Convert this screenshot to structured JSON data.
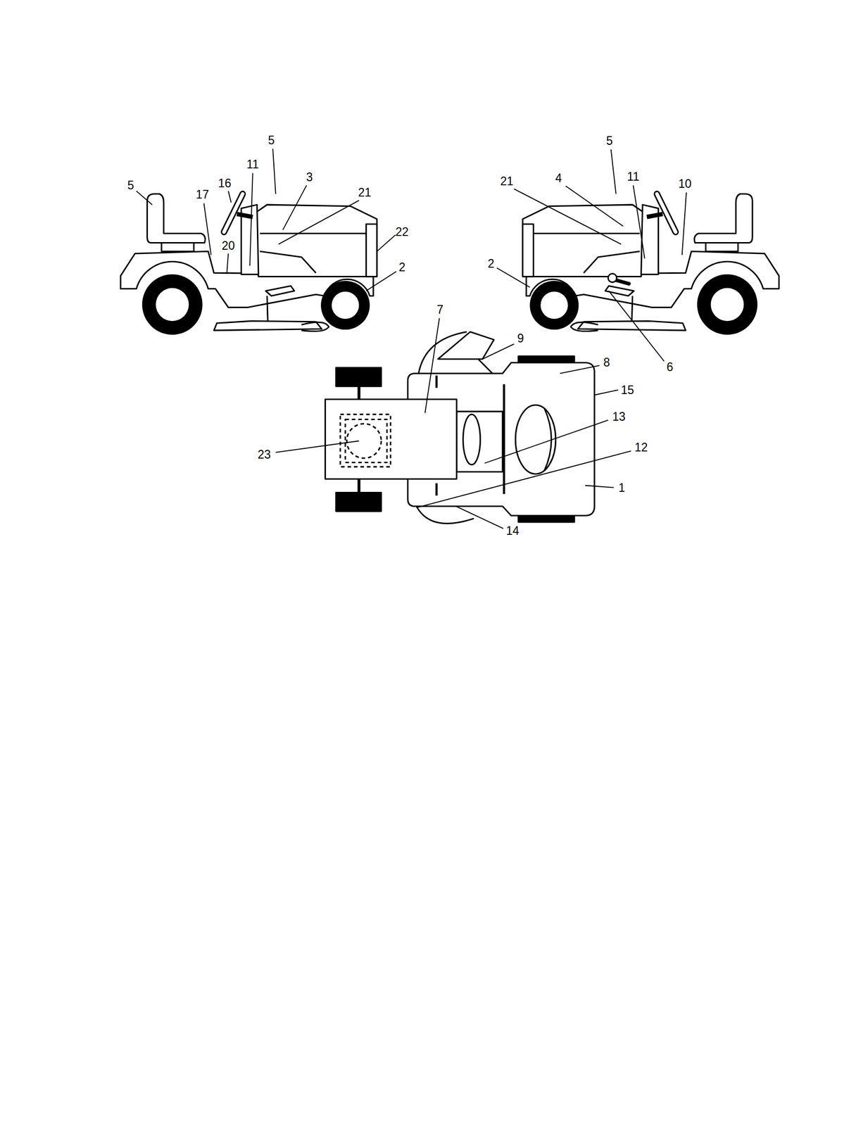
{
  "diagram": {
    "labels": [
      "5",
      "16",
      "11",
      "5",
      "3",
      "21",
      "17",
      "22",
      "20",
      "2",
      "5",
      "21",
      "4",
      "11",
      "10",
      "2",
      "6",
      "7",
      "9",
      "8",
      "15",
      "13",
      "12",
      "23",
      "1",
      "14"
    ]
  }
}
